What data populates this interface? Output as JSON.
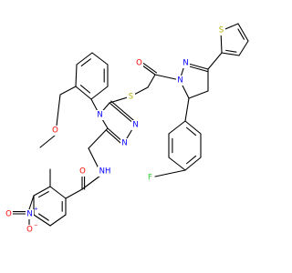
{
  "colors": {
    "bond": "#000000",
    "N": "#0000ff",
    "O": "#ff0000",
    "S": "#b2b200",
    "F": "#33cc33"
  },
  "labels": {
    "n_amide": "NH",
    "o_amide": "O",
    "n_nitro": "N",
    "n_nitro_charge": "+",
    "o_nitro_1": "O",
    "o_nitro_1_charge": "−",
    "o_nitro_2": "O",
    "o_methoxy": "O",
    "n_triazole_4": "N",
    "n_triazole_1": "N",
    "n_triazole_2": "N",
    "s_thioether": "S",
    "o_ketone": "O",
    "n_pyrazoline_1": "N",
    "n_pyrazoline_2": "N",
    "s_thiophene": "S",
    "f_fluoro": "F"
  }
}
